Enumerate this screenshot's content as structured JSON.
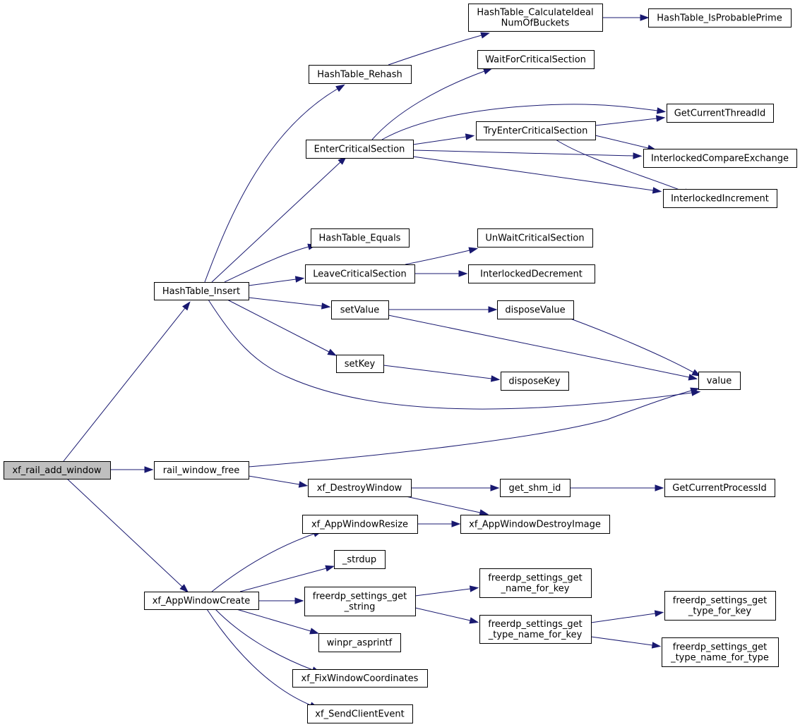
{
  "graph": {
    "root": "xf_rail_add_window",
    "nodes": [
      {
        "id": "xf_rail_add_window",
        "lines": [
          "xf_rail_add_window"
        ],
        "root": true
      },
      {
        "id": "HashTable_Insert",
        "lines": [
          "HashTable_Insert"
        ]
      },
      {
        "id": "rail_window_free",
        "lines": [
          "rail_window_free"
        ]
      },
      {
        "id": "xf_AppWindowCreate",
        "lines": [
          "xf_AppWindowCreate"
        ]
      },
      {
        "id": "HashTable_Rehash",
        "lines": [
          "HashTable_Rehash"
        ]
      },
      {
        "id": "EnterCriticalSection",
        "lines": [
          "EnterCriticalSection"
        ]
      },
      {
        "id": "HashTable_Equals",
        "lines": [
          "HashTable_Equals"
        ]
      },
      {
        "id": "LeaveCriticalSection",
        "lines": [
          "LeaveCriticalSection"
        ]
      },
      {
        "id": "setValue",
        "lines": [
          "setValue"
        ]
      },
      {
        "id": "setKey",
        "lines": [
          "setKey"
        ]
      },
      {
        "id": "value",
        "lines": [
          "value"
        ]
      },
      {
        "id": "HashTable_CalculateIdealNumOfBuckets",
        "lines": [
          "HashTable_CalculateIdeal",
          "NumOfBuckets"
        ]
      },
      {
        "id": "HashTable_IsProbablePrime",
        "lines": [
          "HashTable_IsProbablePrime"
        ]
      },
      {
        "id": "WaitForCriticalSection",
        "lines": [
          "WaitForCriticalSection"
        ]
      },
      {
        "id": "GetCurrentThreadId",
        "lines": [
          "GetCurrentThreadId"
        ]
      },
      {
        "id": "TryEnterCriticalSection",
        "lines": [
          "TryEnterCriticalSection"
        ]
      },
      {
        "id": "InterlockedCompareExchange",
        "lines": [
          "InterlockedCompareExchange"
        ]
      },
      {
        "id": "InterlockedIncrement",
        "lines": [
          "InterlockedIncrement"
        ]
      },
      {
        "id": "UnWaitCriticalSection",
        "lines": [
          "UnWaitCriticalSection"
        ]
      },
      {
        "id": "InterlockedDecrement",
        "lines": [
          "InterlockedDecrement"
        ]
      },
      {
        "id": "disposeValue",
        "lines": [
          "disposeValue"
        ]
      },
      {
        "id": "disposeKey",
        "lines": [
          "disposeKey"
        ]
      },
      {
        "id": "xf_DestroyWindow",
        "lines": [
          "xf_DestroyWindow"
        ]
      },
      {
        "id": "get_shm_id",
        "lines": [
          "get_shm_id"
        ]
      },
      {
        "id": "GetCurrentProcessId",
        "lines": [
          "GetCurrentProcessId"
        ]
      },
      {
        "id": "xf_AppWindowDestroyImage",
        "lines": [
          "xf_AppWindowDestroyImage"
        ]
      },
      {
        "id": "xf_AppWindowResize",
        "lines": [
          "xf_AppWindowResize"
        ]
      },
      {
        "id": "_strdup",
        "lines": [
          "_strdup"
        ]
      },
      {
        "id": "freerdp_settings_get_string",
        "lines": [
          "freerdp_settings_get",
          "_string"
        ]
      },
      {
        "id": "freerdp_settings_get_name_for_key",
        "lines": [
          "freerdp_settings_get",
          "_name_for_key"
        ]
      },
      {
        "id": "freerdp_settings_get_type_name_for_key",
        "lines": [
          "freerdp_settings_get",
          "_type_name_for_key"
        ]
      },
      {
        "id": "freerdp_settings_get_type_for_key",
        "lines": [
          "freerdp_settings_get",
          "_type_for_key"
        ]
      },
      {
        "id": "freerdp_settings_get_type_name_for_type",
        "lines": [
          "freerdp_settings_get",
          "_type_name_for_type"
        ]
      },
      {
        "id": "winpr_asprintf",
        "lines": [
          "winpr_asprintf"
        ]
      },
      {
        "id": "xf_FixWindowCoordinates",
        "lines": [
          "xf_FixWindowCoordinates"
        ]
      },
      {
        "id": "xf_SendClientEvent",
        "lines": [
          "xf_SendClientEvent"
        ]
      }
    ],
    "edges": [
      {
        "from": "xf_rail_add_window",
        "to": "HashTable_Insert"
      },
      {
        "from": "xf_rail_add_window",
        "to": "rail_window_free"
      },
      {
        "from": "xf_rail_add_window",
        "to": "xf_AppWindowCreate"
      },
      {
        "from": "HashTable_Insert",
        "to": "HashTable_Rehash"
      },
      {
        "from": "HashTable_Insert",
        "to": "EnterCriticalSection"
      },
      {
        "from": "HashTable_Insert",
        "to": "HashTable_Equals"
      },
      {
        "from": "HashTable_Insert",
        "to": "LeaveCriticalSection"
      },
      {
        "from": "HashTable_Insert",
        "to": "setValue"
      },
      {
        "from": "HashTable_Insert",
        "to": "setKey"
      },
      {
        "from": "HashTable_Insert",
        "to": "value"
      },
      {
        "from": "HashTable_Rehash",
        "to": "HashTable_CalculateIdealNumOfBuckets"
      },
      {
        "from": "HashTable_CalculateIdealNumOfBuckets",
        "to": "HashTable_IsProbablePrime"
      },
      {
        "from": "EnterCriticalSection",
        "to": "WaitForCriticalSection"
      },
      {
        "from": "EnterCriticalSection",
        "to": "GetCurrentThreadId"
      },
      {
        "from": "EnterCriticalSection",
        "to": "TryEnterCriticalSection"
      },
      {
        "from": "EnterCriticalSection",
        "to": "InterlockedCompareExchange"
      },
      {
        "from": "EnterCriticalSection",
        "to": "InterlockedIncrement"
      },
      {
        "from": "TryEnterCriticalSection",
        "to": "GetCurrentThreadId"
      },
      {
        "from": "TryEnterCriticalSection",
        "to": "InterlockedCompareExchange"
      },
      {
        "from": "TryEnterCriticalSection",
        "to": "InterlockedIncrement"
      },
      {
        "from": "LeaveCriticalSection",
        "to": "UnWaitCriticalSection"
      },
      {
        "from": "LeaveCriticalSection",
        "to": "InterlockedDecrement"
      },
      {
        "from": "setValue",
        "to": "disposeValue"
      },
      {
        "from": "setValue",
        "to": "value"
      },
      {
        "from": "disposeValue",
        "to": "value"
      },
      {
        "from": "setKey",
        "to": "disposeKey"
      },
      {
        "from": "rail_window_free",
        "to": "value"
      },
      {
        "from": "rail_window_free",
        "to": "xf_DestroyWindow"
      },
      {
        "from": "xf_DestroyWindow",
        "to": "get_shm_id"
      },
      {
        "from": "xf_DestroyWindow",
        "to": "xf_AppWindowDestroyImage"
      },
      {
        "from": "get_shm_id",
        "to": "GetCurrentProcessId"
      },
      {
        "from": "xf_AppWindowCreate",
        "to": "xf_AppWindowResize"
      },
      {
        "from": "xf_AppWindowCreate",
        "to": "_strdup"
      },
      {
        "from": "xf_AppWindowCreate",
        "to": "freerdp_settings_get_string"
      },
      {
        "from": "xf_AppWindowCreate",
        "to": "winpr_asprintf"
      },
      {
        "from": "xf_AppWindowCreate",
        "to": "xf_FixWindowCoordinates"
      },
      {
        "from": "xf_AppWindowCreate",
        "to": "xf_SendClientEvent"
      },
      {
        "from": "xf_AppWindowResize",
        "to": "xf_AppWindowDestroyImage"
      },
      {
        "from": "freerdp_settings_get_string",
        "to": "freerdp_settings_get_name_for_key"
      },
      {
        "from": "freerdp_settings_get_string",
        "to": "freerdp_settings_get_type_name_for_key"
      },
      {
        "from": "freerdp_settings_get_type_name_for_key",
        "to": "freerdp_settings_get_type_for_key"
      },
      {
        "from": "freerdp_settings_get_type_name_for_key",
        "to": "freerdp_settings_get_type_name_for_type"
      }
    ],
    "colors": {
      "edge": "#191970",
      "root_fill": "#bfbfbf",
      "node_fill": "#ffffff",
      "border": "#000000"
    }
  }
}
